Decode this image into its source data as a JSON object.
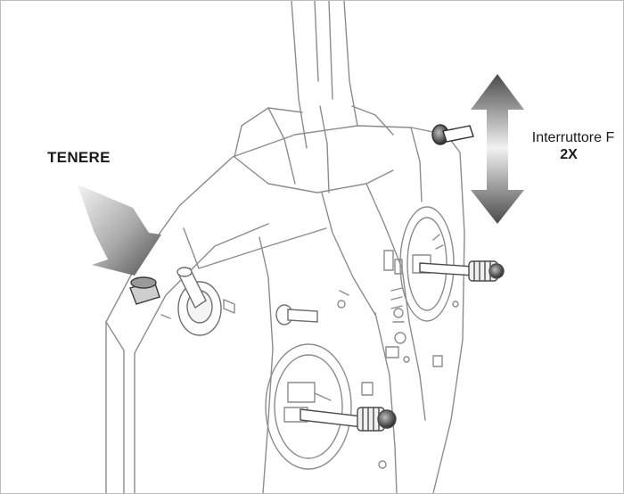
{
  "labels": {
    "hold": "TENERE",
    "switch_name": "Interruttore F",
    "switch_action": "2X"
  },
  "colors": {
    "outline": "#8c8c8c",
    "arrow_dark": "#4a4a4a",
    "arrow_light": "#f2f2f2",
    "hold_arrow_dark": "#5a5a5a",
    "switch_knob": "#3a3a3a",
    "label_text": "#1a1a1a"
  },
  "icons": {
    "hold_pointer": "arrow-down-right-gradient-icon",
    "switch_motion": "double-arrow-vertical-gradient-icon"
  }
}
